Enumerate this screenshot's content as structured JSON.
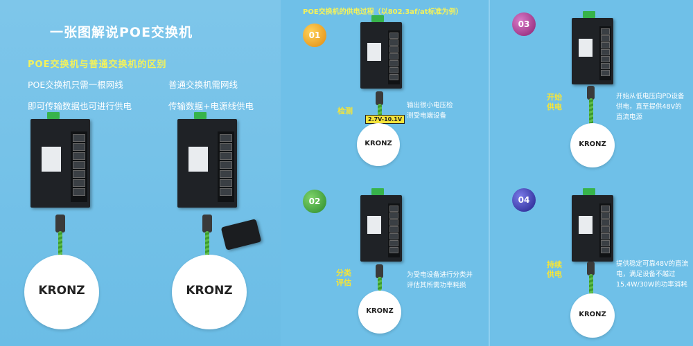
{
  "left": {
    "title": "一张图解说POE交换机",
    "subtitle": "POE交换机与普通交换机的区别",
    "poe_line1": "POE交换机只需一根网线",
    "poe_line2": "即可传输数据也可进行供电",
    "normal_line1": "普通交换机需网线",
    "normal_line2": "传输数据+电源线供电",
    "brand": "KRONZ"
  },
  "middle": {
    "heading": "POE交换机的供电过程（以802.3af/at标准为例）",
    "step1": {
      "number": "01",
      "label": "检测",
      "voltage": "2.7V-10.1V",
      "desc": "输出很小电压检测受电端设备"
    },
    "step2": {
      "number": "02",
      "label": "分类评估",
      "desc": "为受电设备进行分类并评估其所需功率耗损"
    },
    "brand": "KRONZ"
  },
  "right": {
    "step3": {
      "number": "03",
      "label": "开始供电",
      "desc": "开始从低电压向PD设备供电，直至提供48V的直流电源"
    },
    "step4": {
      "number": "04",
      "label": "持续供电",
      "desc": "提供稳定可靠48V的直流电，满足设备不越过15.4W/30W的功率消耗"
    },
    "brand": "KRONZ"
  },
  "colors": {
    "background": "#6fc0e8",
    "accent_yellow": "#f4e43a",
    "badge_01": "#f0a020",
    "badge_02": "#3aa63a",
    "badge_03": "#a0338a",
    "badge_04": "#3a3ab0",
    "cable_green": "#4fb03c"
  }
}
